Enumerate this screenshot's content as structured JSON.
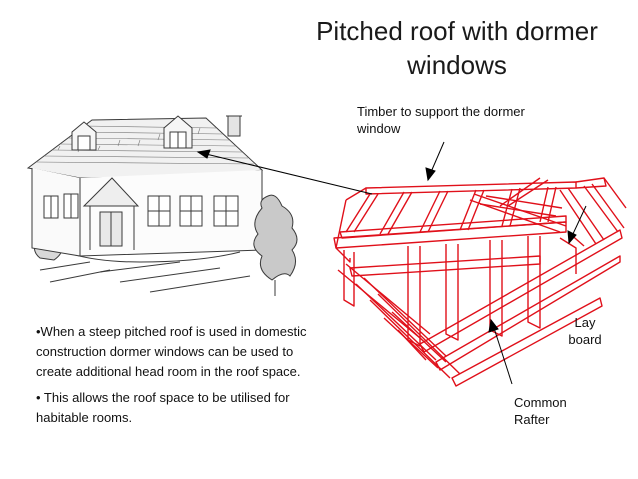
{
  "title": "Pitched roof with dormer windows",
  "labels": {
    "timber": "Timber to support the dormer window",
    "lay_board": "Lay board",
    "common_rafter": "Common Rafter"
  },
  "bullets": [
    "•When a steep pitched roof is used in domestic construction dormer windows can be used to create additional head room in the roof space.",
    "• This allows the roof space to be utilised for habitable rooms."
  ],
  "colors": {
    "frame": "#e0101a",
    "sketch": "#3a3a3a",
    "text": "#111111"
  }
}
